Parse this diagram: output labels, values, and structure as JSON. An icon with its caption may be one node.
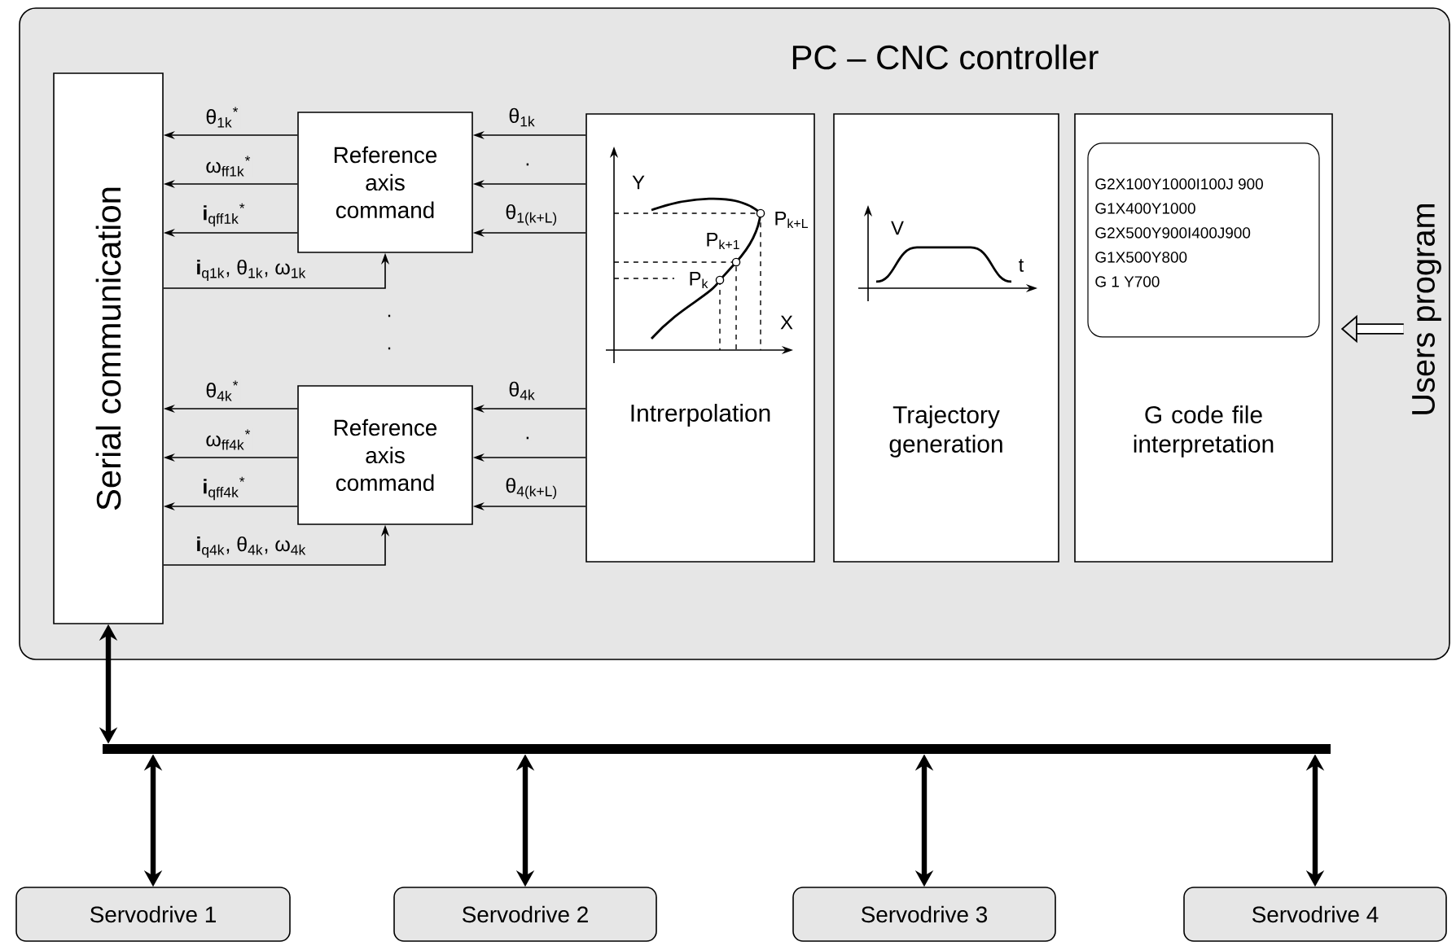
{
  "diagram": {
    "nodes": [
      {
        "text": [
          "PC – CNC controller"
        ]
      },
      {
        "text": [
          "Serial communication"
        ],
        "in": 0
      },
      {
        "text": [
          "Reference axis command"
        ],
        "in": 0
      },
      {
        "text": [
          "Reference axis command"
        ],
        "in": 0
      },
      {
        "text": [
          "Intrerpolation"
        ],
        "in": 0
      },
      {
        "text": [
          "Trajectory generation"
        ],
        "in": 0
      },
      {
        "text": [
          "G code file interpretation"
        ],
        "in": 0
      },
      {
        "text": [
          "G2X100Y1000I100J 900",
          "G1X400Y1000",
          "G2X500Y900I400J900",
          "G1X500Y800",
          "G 1 Y700"
        ],
        "in": 6
      },
      {
        "text": [
          "Users program"
        ],
        "in": 0
      },
      {
        "text": [
          "Servodrive 1"
        ]
      },
      {
        "text": [
          "Servodrive 2"
        ]
      },
      {
        "text": [
          "Servodrive 3"
        ]
      },
      {
        "text": [
          "Servodrive 4"
        ]
      },
      {
        "text": [],
        "shape": "bar"
      }
    ],
    "edges": [
      {
        "from": 2,
        "to": 1,
        "arrow": "to",
        "label": "θ$_{1k}$$^{*}$"
      },
      {
        "from": 2,
        "to": 1,
        "arrow": "to",
        "label": "ω$_{ff1k}$$^{*}$"
      },
      {
        "from": 2,
        "to": 1,
        "arrow": "to",
        "label": "**i**$_{qff1k}$$^{*}$"
      },
      {
        "from": 1,
        "to": 2,
        "arrow": "to",
        "label": "**i**$_{q1k}$, θ$_{1k}$, ω$_{1k}$"
      },
      {
        "from": 4,
        "to": 2,
        "arrow": "to",
        "label": "θ$_{1k}$"
      },
      {
        "from": 4,
        "to": 2,
        "arrow": "to",
        "label": "."
      },
      {
        "from": 4,
        "to": 2,
        "arrow": "to",
        "label": "θ$_{1(k+L)}$"
      },
      {
        "from": 3,
        "to": 1,
        "arrow": "to",
        "label": "θ$_{4k}$$^{*}$"
      },
      {
        "from": 3,
        "to": 1,
        "arrow": "to",
        "label": "ω$_{ff4k}$$^{*}$"
      },
      {
        "from": 3,
        "to": 1,
        "arrow": "to",
        "label": "**i**$_{qff4k}$$^{*}$"
      },
      {
        "from": 1,
        "to": 3,
        "arrow": "to",
        "label": "**i**$_{q4k}$, θ$_{4k}$, ω$_{4k}$"
      },
      {
        "from": 4,
        "to": 3,
        "arrow": "to",
        "label": "θ$_{4k}$"
      },
      {
        "from": 4,
        "to": 3,
        "arrow": "to",
        "label": "."
      },
      {
        "from": 4,
        "to": 3,
        "arrow": "to",
        "label": "θ$_{4(k+L)}$"
      },
      {
        "from": 8,
        "to": 6,
        "arrow": "to",
        "style": "thick"
      },
      {
        "from": 1,
        "to": 13,
        "arrow": "both",
        "style": "thick"
      },
      {
        "from": 13,
        "to": 9,
        "arrow": "both",
        "style": "thick"
      },
      {
        "from": 13,
        "to": 10,
        "arrow": "both",
        "style": "thick"
      },
      {
        "from": 13,
        "to": 11,
        "arrow": "both",
        "style": "thick"
      },
      {
        "from": 13,
        "to": 12,
        "arrow": "both",
        "style": "thick"
      }
    ],
    "labels": [
      "Y",
      "X",
      "P$_{k}$",
      "P$_{k+1}$",
      "P$_{k+L}$",
      "V",
      "t",
      ".",
      "."
    ]
  }
}
